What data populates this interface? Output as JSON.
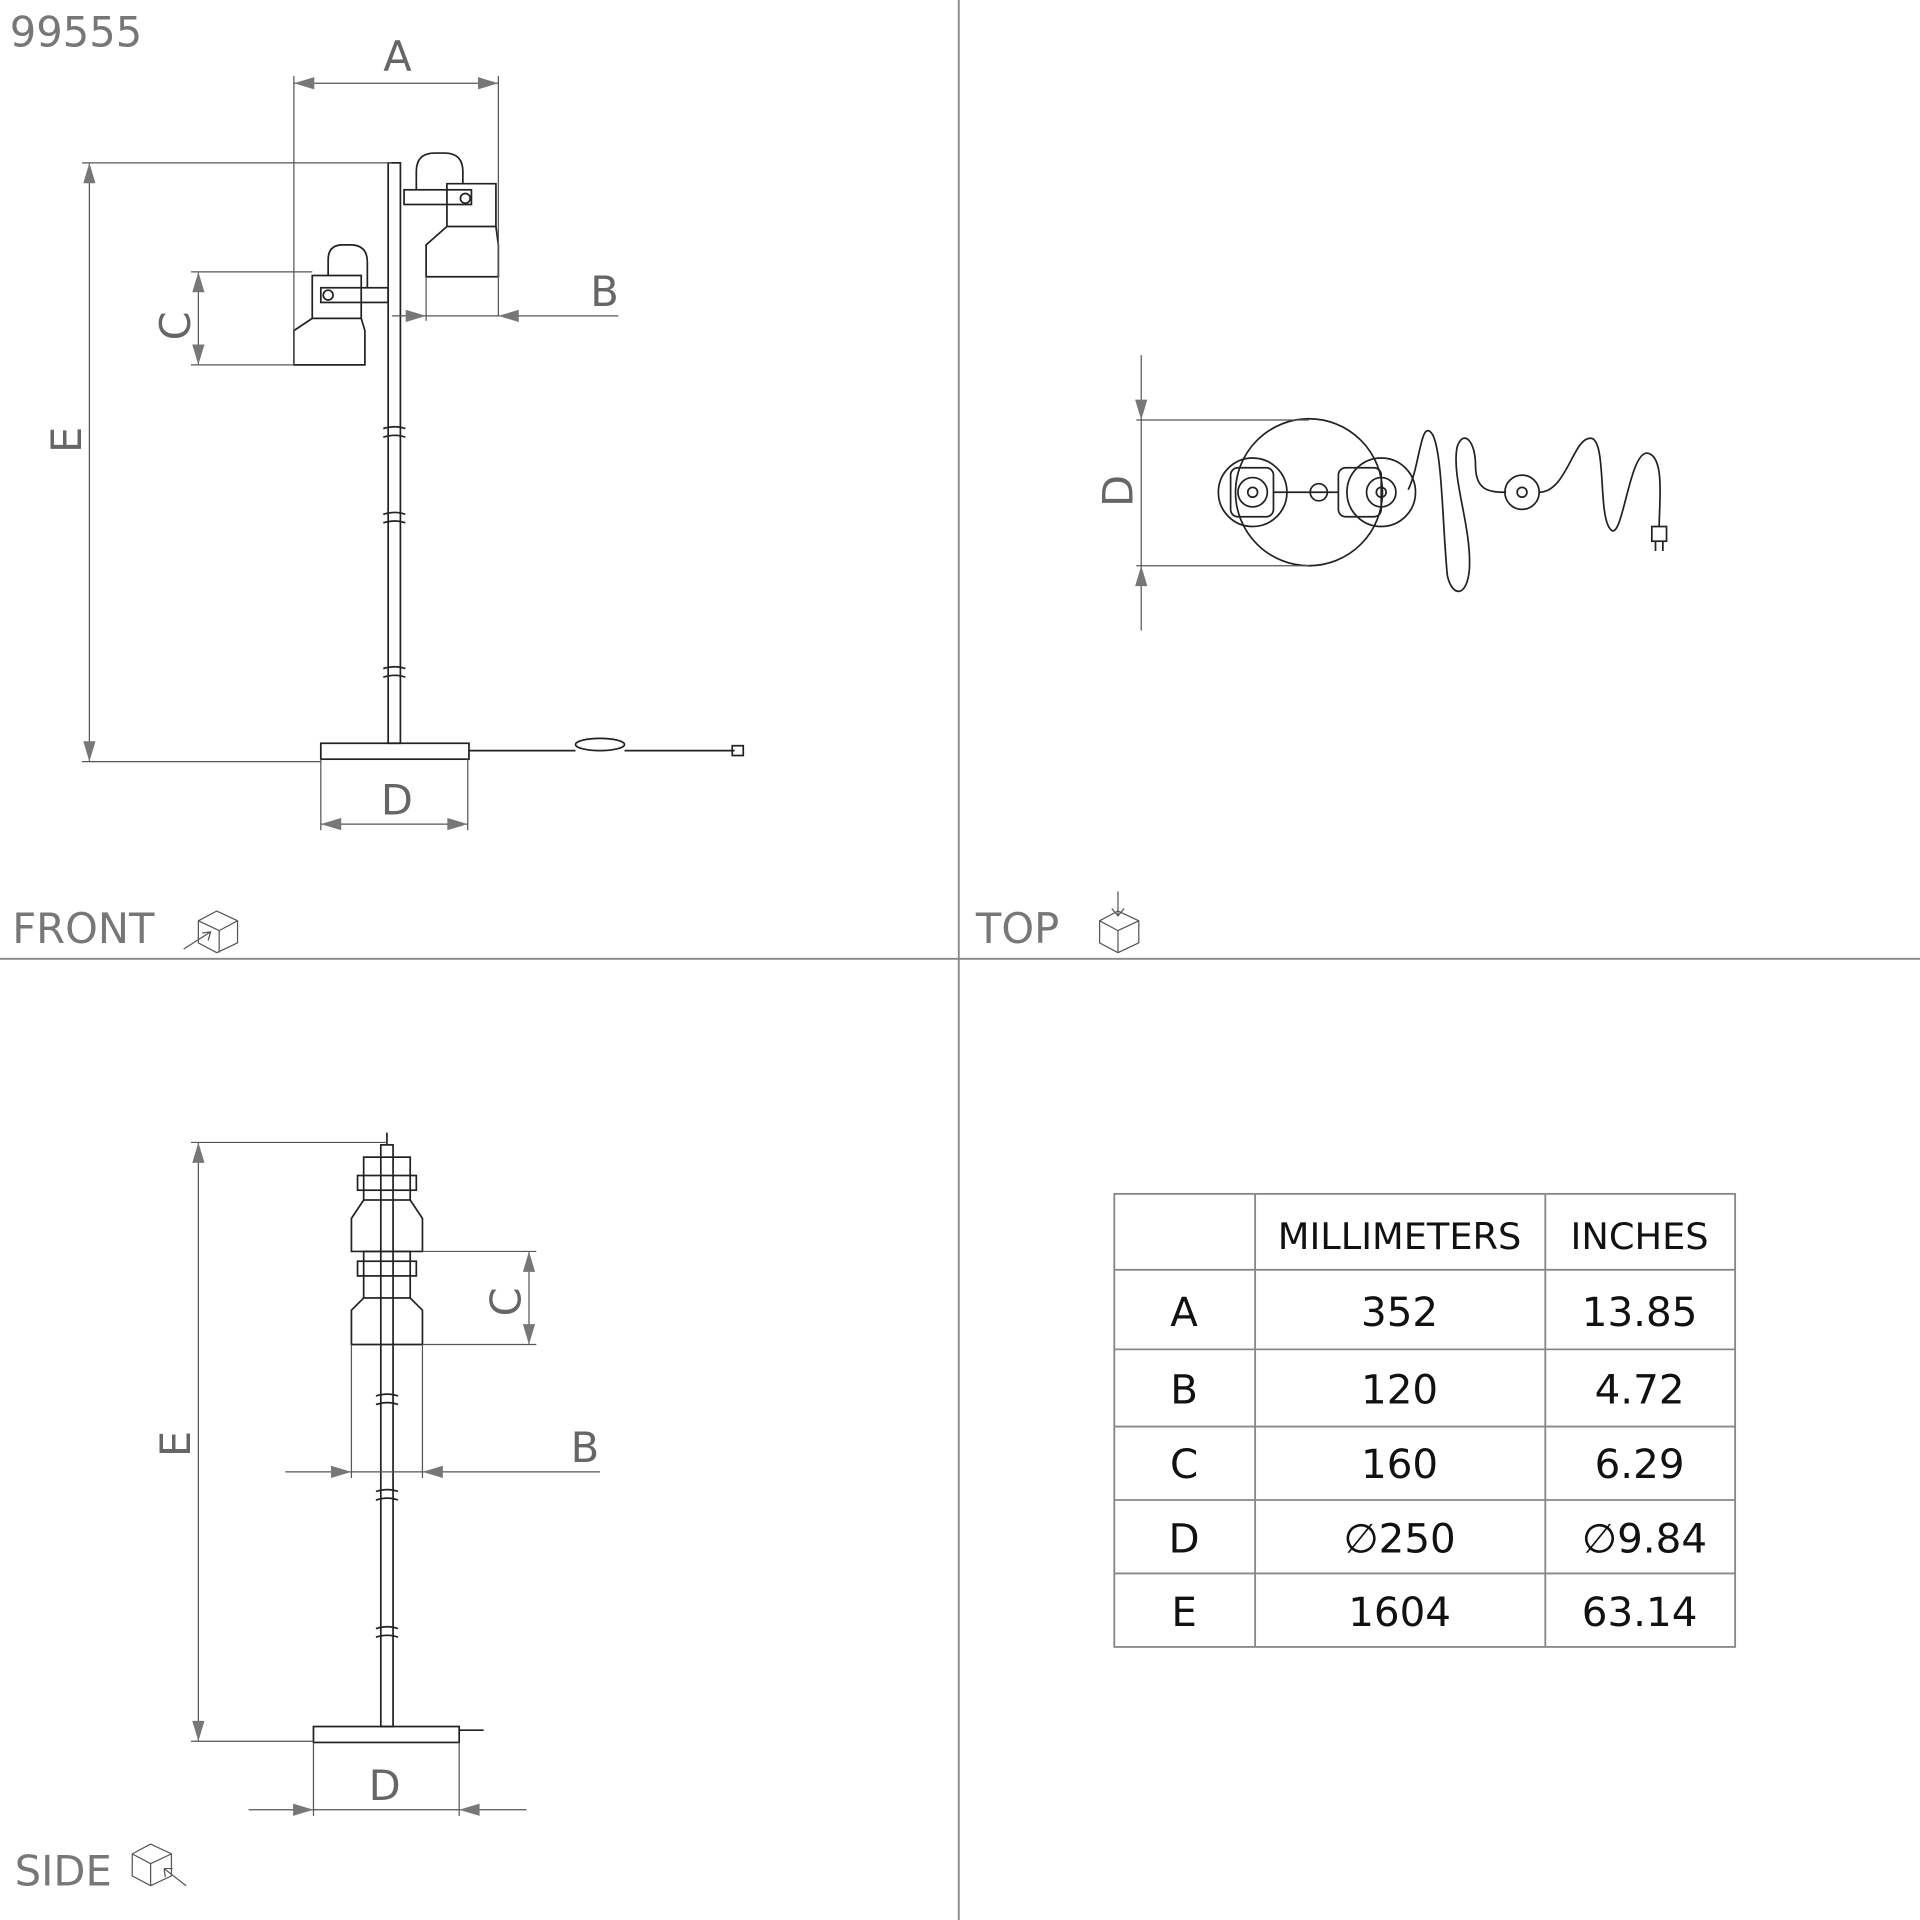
{
  "product_code": "99555",
  "views": {
    "front": "FRONT",
    "top": "TOP",
    "side": "SIDE"
  },
  "dimension_labels": {
    "a": "A",
    "b": "B",
    "c": "C",
    "d": "D",
    "e": "E"
  },
  "table": {
    "headers": [
      "",
      "MILLIMETERS",
      "INCHES"
    ],
    "rows": [
      {
        "dim": "A",
        "mm": "352",
        "in": "13.85"
      },
      {
        "dim": "B",
        "mm": "120",
        "in": "4.72"
      },
      {
        "dim": "C",
        "mm": "160",
        "in": "6.29"
      },
      {
        "dim": "D",
        "mm": "∅250",
        "in": "∅9.84"
      },
      {
        "dim": "E",
        "mm": "1604",
        "in": "63.14"
      }
    ]
  }
}
